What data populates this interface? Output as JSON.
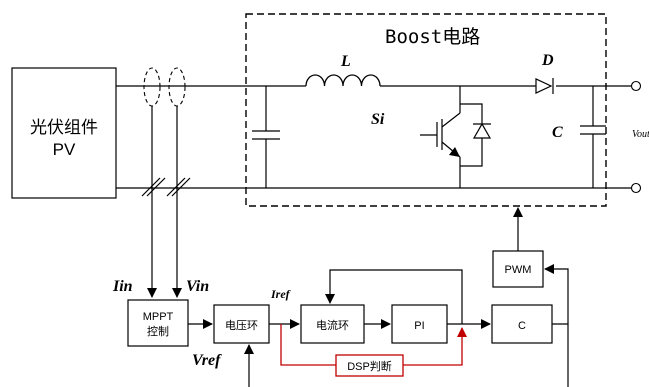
{
  "boost": {
    "title": "Boost电路",
    "inductor": "L",
    "diode": "D",
    "switch": "Si",
    "capacitor": "C",
    "output_voltage": "Vout"
  },
  "pv": {
    "line1": "光伏组件",
    "line2": "PV"
  },
  "signals": {
    "current_in": "Iin",
    "voltage_in": "Vin",
    "current_ref": "Iref",
    "voltage_ref": "Vref"
  },
  "blocks": {
    "mppt_line1": "MPPT",
    "mppt_line2": "控制",
    "voltage_loop": "电压环",
    "current_loop": "电流环",
    "pi": "PI",
    "c": "C",
    "pwm": "PWM",
    "dsp": "DSP判断"
  },
  "colors": {
    "line": "#000000",
    "dsp": "#c00000"
  }
}
